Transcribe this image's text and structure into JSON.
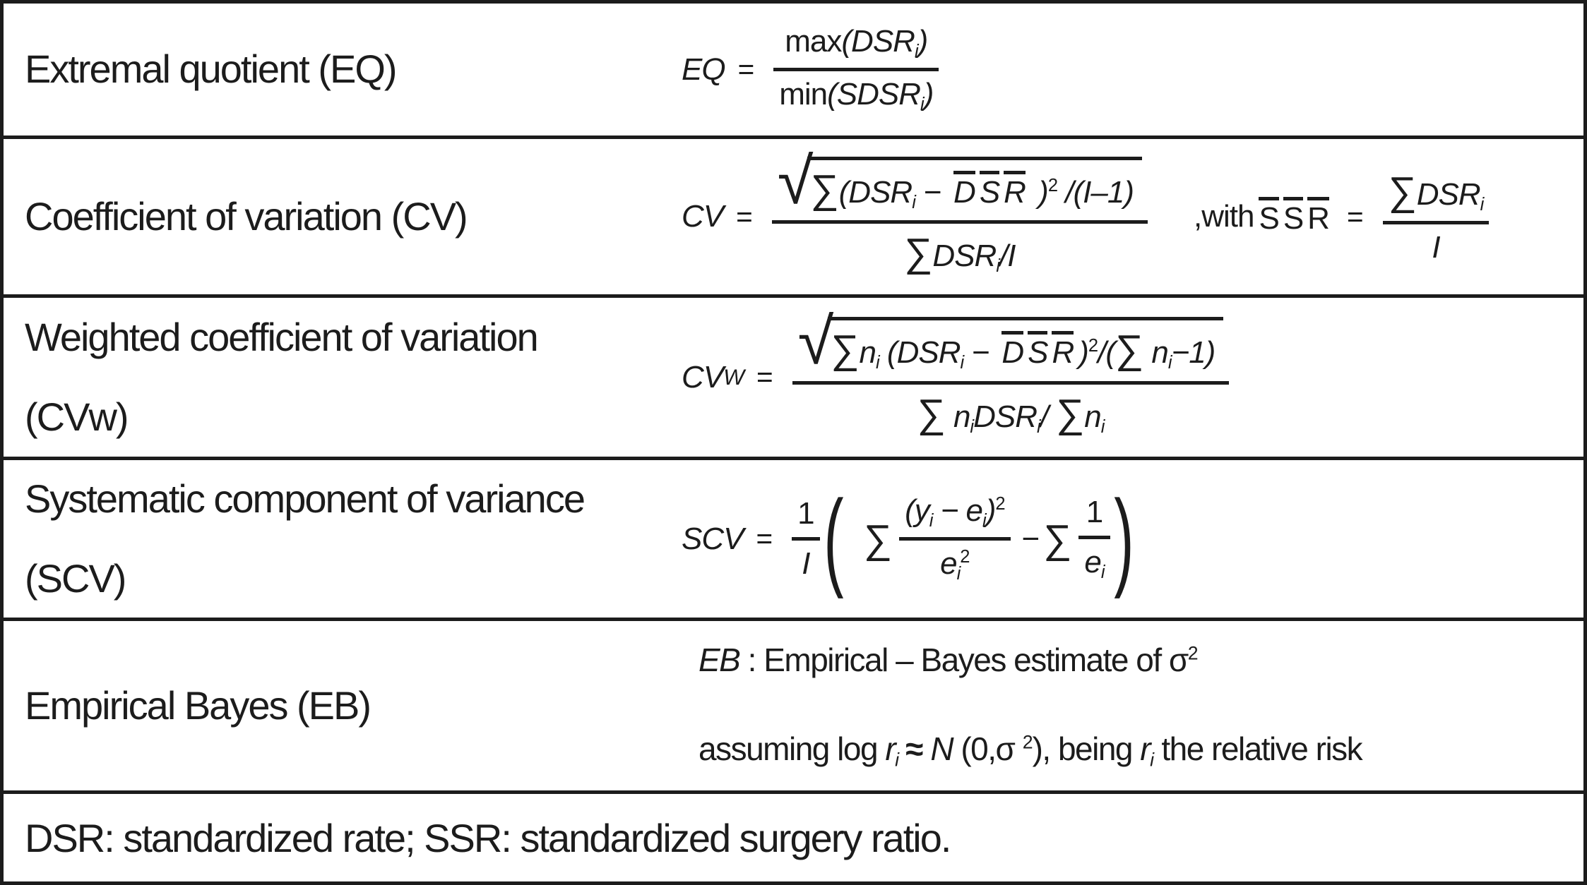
{
  "rows": [
    {
      "label": "Extremal quotient (EQ)",
      "f": {
        "lhs": "EQ",
        "eq": "=",
        "num": {
          "fn": "max",
          "arg": "(DSR",
          "sub": "i",
          "close": ")"
        },
        "den": {
          "fn": "min",
          "arg": "(SDSR",
          "sub": "i",
          "close": ")"
        }
      }
    },
    {
      "label": "Coefficient of variation (CV)",
      "f": {
        "lhs": "CV",
        "eq": "=",
        "sqrt_num": {
          "sum": "∑",
          "t1": "(DSR",
          "sub1": "i",
          "minus": " − ",
          "bar": [
            "D",
            "S",
            "R"
          ],
          "t2": " )",
          "sup": "2",
          "t3": " /(I–1)"
        },
        "den": {
          "sum": "∑",
          "t1": "DSR",
          "sub1": "i",
          "t2": "/I"
        },
        "with_text": ",with",
        "ssr": [
          "S",
          "S",
          "R"
        ],
        "eq2": "=",
        "f2": {
          "sum": "∑",
          "t1": "DSR",
          "sub": "i",
          "den": "I"
        }
      }
    },
    {
      "label_line1": "Weighted coefficient of variation",
      "label_line2": "(CVw)",
      "f": {
        "lhs": "CV",
        "lhs_sub": "W",
        "eq": "=",
        "sqrt_num": {
          "sum": "∑",
          "n1": "n",
          "sub1": "i",
          "t1": " (DSR",
          "sub2": "i",
          "minus": " − ",
          "bar": [
            "D",
            "S",
            "R"
          ],
          "t2": ")",
          "sup": "2",
          "t3": "/(",
          "sum2": "∑",
          "t4": " n",
          "sub3": "i",
          "t5": "−1)"
        },
        "den": {
          "sum": "∑",
          "t1": " n",
          "sub1": "i",
          "t2": "DSR",
          "sub2": "i",
          "t3": "/ ",
          "sum2": "∑",
          "t4": "n",
          "sub3": "i"
        }
      }
    },
    {
      "label_line1": "Systematic component of variance",
      "label_line2": "(SCV)",
      "f": {
        "lhs": "SCV",
        "eq": "=",
        "f1": {
          "num": "1",
          "den": "I"
        },
        "open": "(",
        "close": ")",
        "sum1": "∑",
        "sum2": "∑",
        "f2": {
          "num": {
            "t1": "(y",
            "sub1": "i",
            "t2": " − e",
            "sub2": "i",
            "t3": ")",
            "sup": "2"
          },
          "den": {
            "t1": "e",
            "sub": "i",
            "sup": "2"
          }
        },
        "minus": "−",
        "f3": {
          "num": "1",
          "den_t1": "e",
          "den_sub": "i"
        }
      }
    },
    {
      "label": "Empirical Bayes (EB)",
      "f": {
        "line1": {
          "eb": "EB",
          "t1": " : Empirical – Bayes estimate of ",
          "sigma": "σ",
          "sup": "2"
        },
        "line2": {
          "t1": "assuming log ",
          "r1": "r",
          "sub1": "i",
          "approx": "≈",
          "n": "N",
          "t2": " (0,σ ",
          "sup": "2",
          "t3": "), being ",
          "r2": "r",
          "sub2": "i",
          "t4": " the relative risk"
        }
      }
    }
  ],
  "footnote": "DSR: standardized rate; SSR: standardized surgery ratio."
}
